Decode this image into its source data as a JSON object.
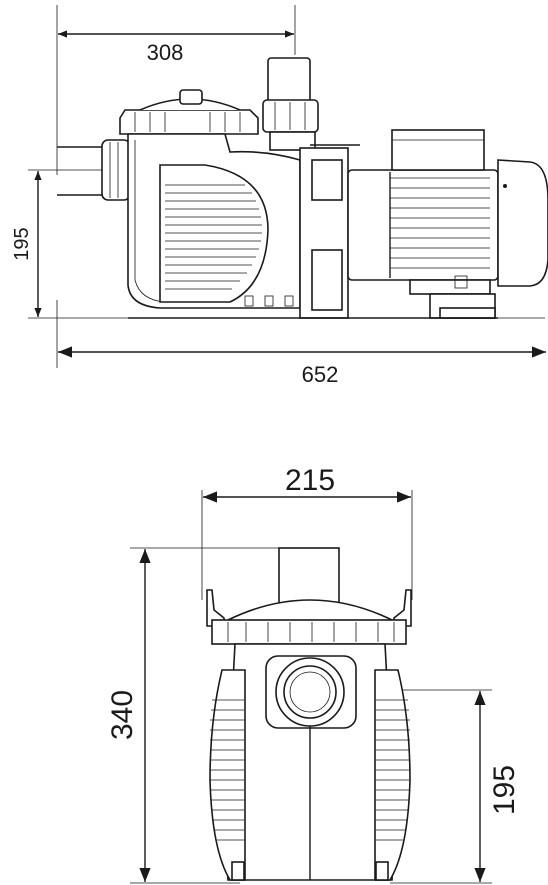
{
  "side_view": {
    "dim_inlet_to_outlet": "308",
    "dim_inlet_height": "195",
    "dim_total_length": "652"
  },
  "front_view": {
    "dim_width": "215",
    "dim_total_height": "340",
    "dim_inlet_height": "195"
  },
  "colors": {
    "line": "#1a1a1a",
    "background": "#ffffff"
  }
}
